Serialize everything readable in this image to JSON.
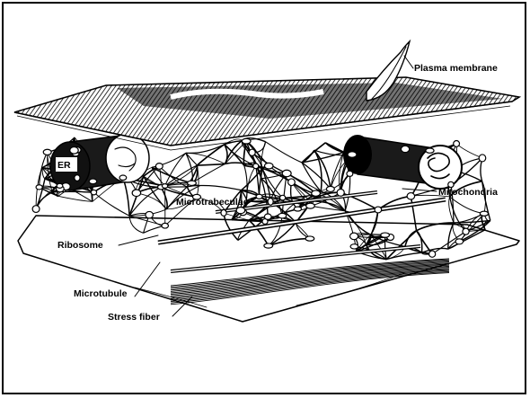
{
  "labels": {
    "plasma_membrane": "Plasma membrane",
    "mitochondria": "Mitochondria",
    "er": "ER",
    "microtrabeculae": "Microtrabeculae",
    "ribosome": "Ribosome",
    "microtubule": "Microtubule",
    "stress_fiber": "Stress fiber"
  }
}
